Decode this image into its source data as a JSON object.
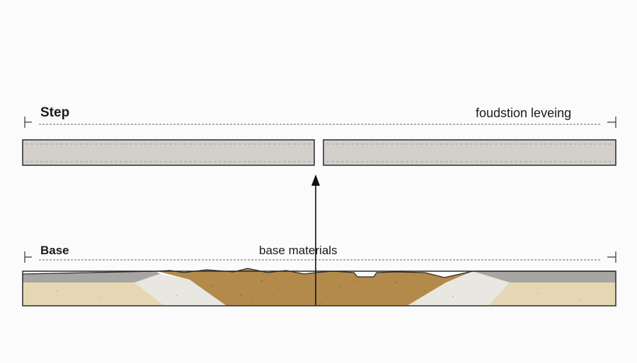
{
  "labels": {
    "step": "Step",
    "foundation_leveling": "foudstion leveing",
    "base": "Base",
    "base_materials": "base materials"
  },
  "colors": {
    "background": "#fbfbfb",
    "slab_fill": "#d3cfcb",
    "outline": "#2b2b2b",
    "gravel_gray": "#a8a6a3",
    "sand": "#e6d7b4",
    "crushed_stone": "#e9e7e2",
    "fill_soil": "#b48a4a"
  }
}
